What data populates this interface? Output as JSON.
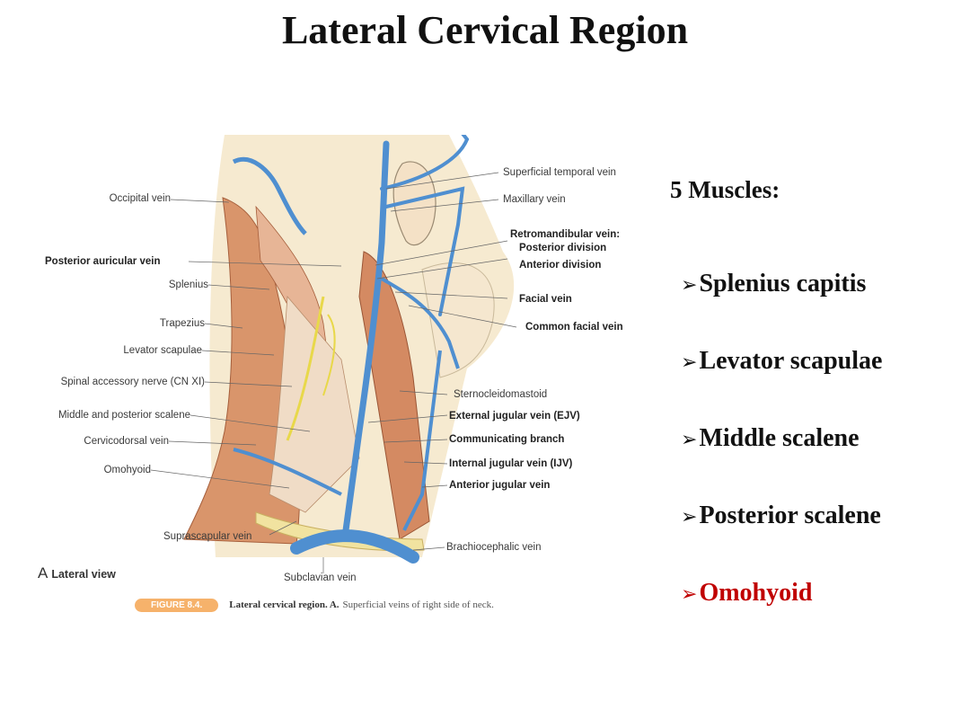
{
  "slide": {
    "title": "Lateral Cervical Region"
  },
  "figure": {
    "labels_left": [
      {
        "text": "Occipital vein",
        "bold": false
      },
      {
        "text": "Posterior auricular vein",
        "bold": true
      },
      {
        "text": "Splenius",
        "bold": false
      },
      {
        "text": "Trapezius",
        "bold": false
      },
      {
        "text": "Levator scapulae",
        "bold": false
      },
      {
        "text": "Spinal accessory nerve (CN XI)",
        "bold": false
      },
      {
        "text": "Middle and posterior scalene",
        "bold": false
      },
      {
        "text": "Cervicodorsal vein",
        "bold": false
      },
      {
        "text": "Omohyoid",
        "bold": false
      }
    ],
    "labels_right": [
      {
        "text": "Superficial temporal vein",
        "bold": false
      },
      {
        "text": "Maxillary vein",
        "bold": false
      },
      {
        "text": "Retromandibular vein:",
        "bold": true
      },
      {
        "text": "Posterior division",
        "bold": true
      },
      {
        "text": "Anterior division",
        "bold": true
      },
      {
        "text": "Facial vein",
        "bold": true
      },
      {
        "text": "Common facial vein",
        "bold": true
      },
      {
        "text": "Sternocleidomastoid",
        "bold": false
      },
      {
        "text": "External jugular vein (EJV)",
        "bold": true
      },
      {
        "text": "Communicating branch",
        "bold": true
      },
      {
        "text": "Internal jugular vein (IJV)",
        "bold": true
      },
      {
        "text": "Anterior jugular vein",
        "bold": true
      },
      {
        "text": "Brachiocephalic vein",
        "bold": false
      }
    ],
    "labels_bottom": [
      {
        "text": "Suprascapular vein"
      },
      {
        "text": "Subclavian vein"
      }
    ],
    "view_letter": "A",
    "view_label": "Lateral view",
    "caption_badge": "FIGURE 8.4.",
    "caption_title": "Lateral cervical region. A.",
    "caption_text": "Superficial veins of right side of neck.",
    "colors": {
      "muscle": "#d9956b",
      "vein": "#4f8fd0",
      "nerve": "#e8d84a",
      "skin": "#f6ead0"
    }
  },
  "panel": {
    "heading": "5 Muscles:",
    "items": [
      {
        "text": "Splenius capitis",
        "highlight": false
      },
      {
        "text": "Levator scapulae",
        "highlight": false
      },
      {
        "text": "Middle scalene",
        "highlight": false
      },
      {
        "text": "Posterior scalene",
        "highlight": false
      },
      {
        "text": "Omohyoid",
        "highlight": true
      }
    ],
    "bullet_symbol": "➢",
    "highlight_color": "#c00000"
  }
}
